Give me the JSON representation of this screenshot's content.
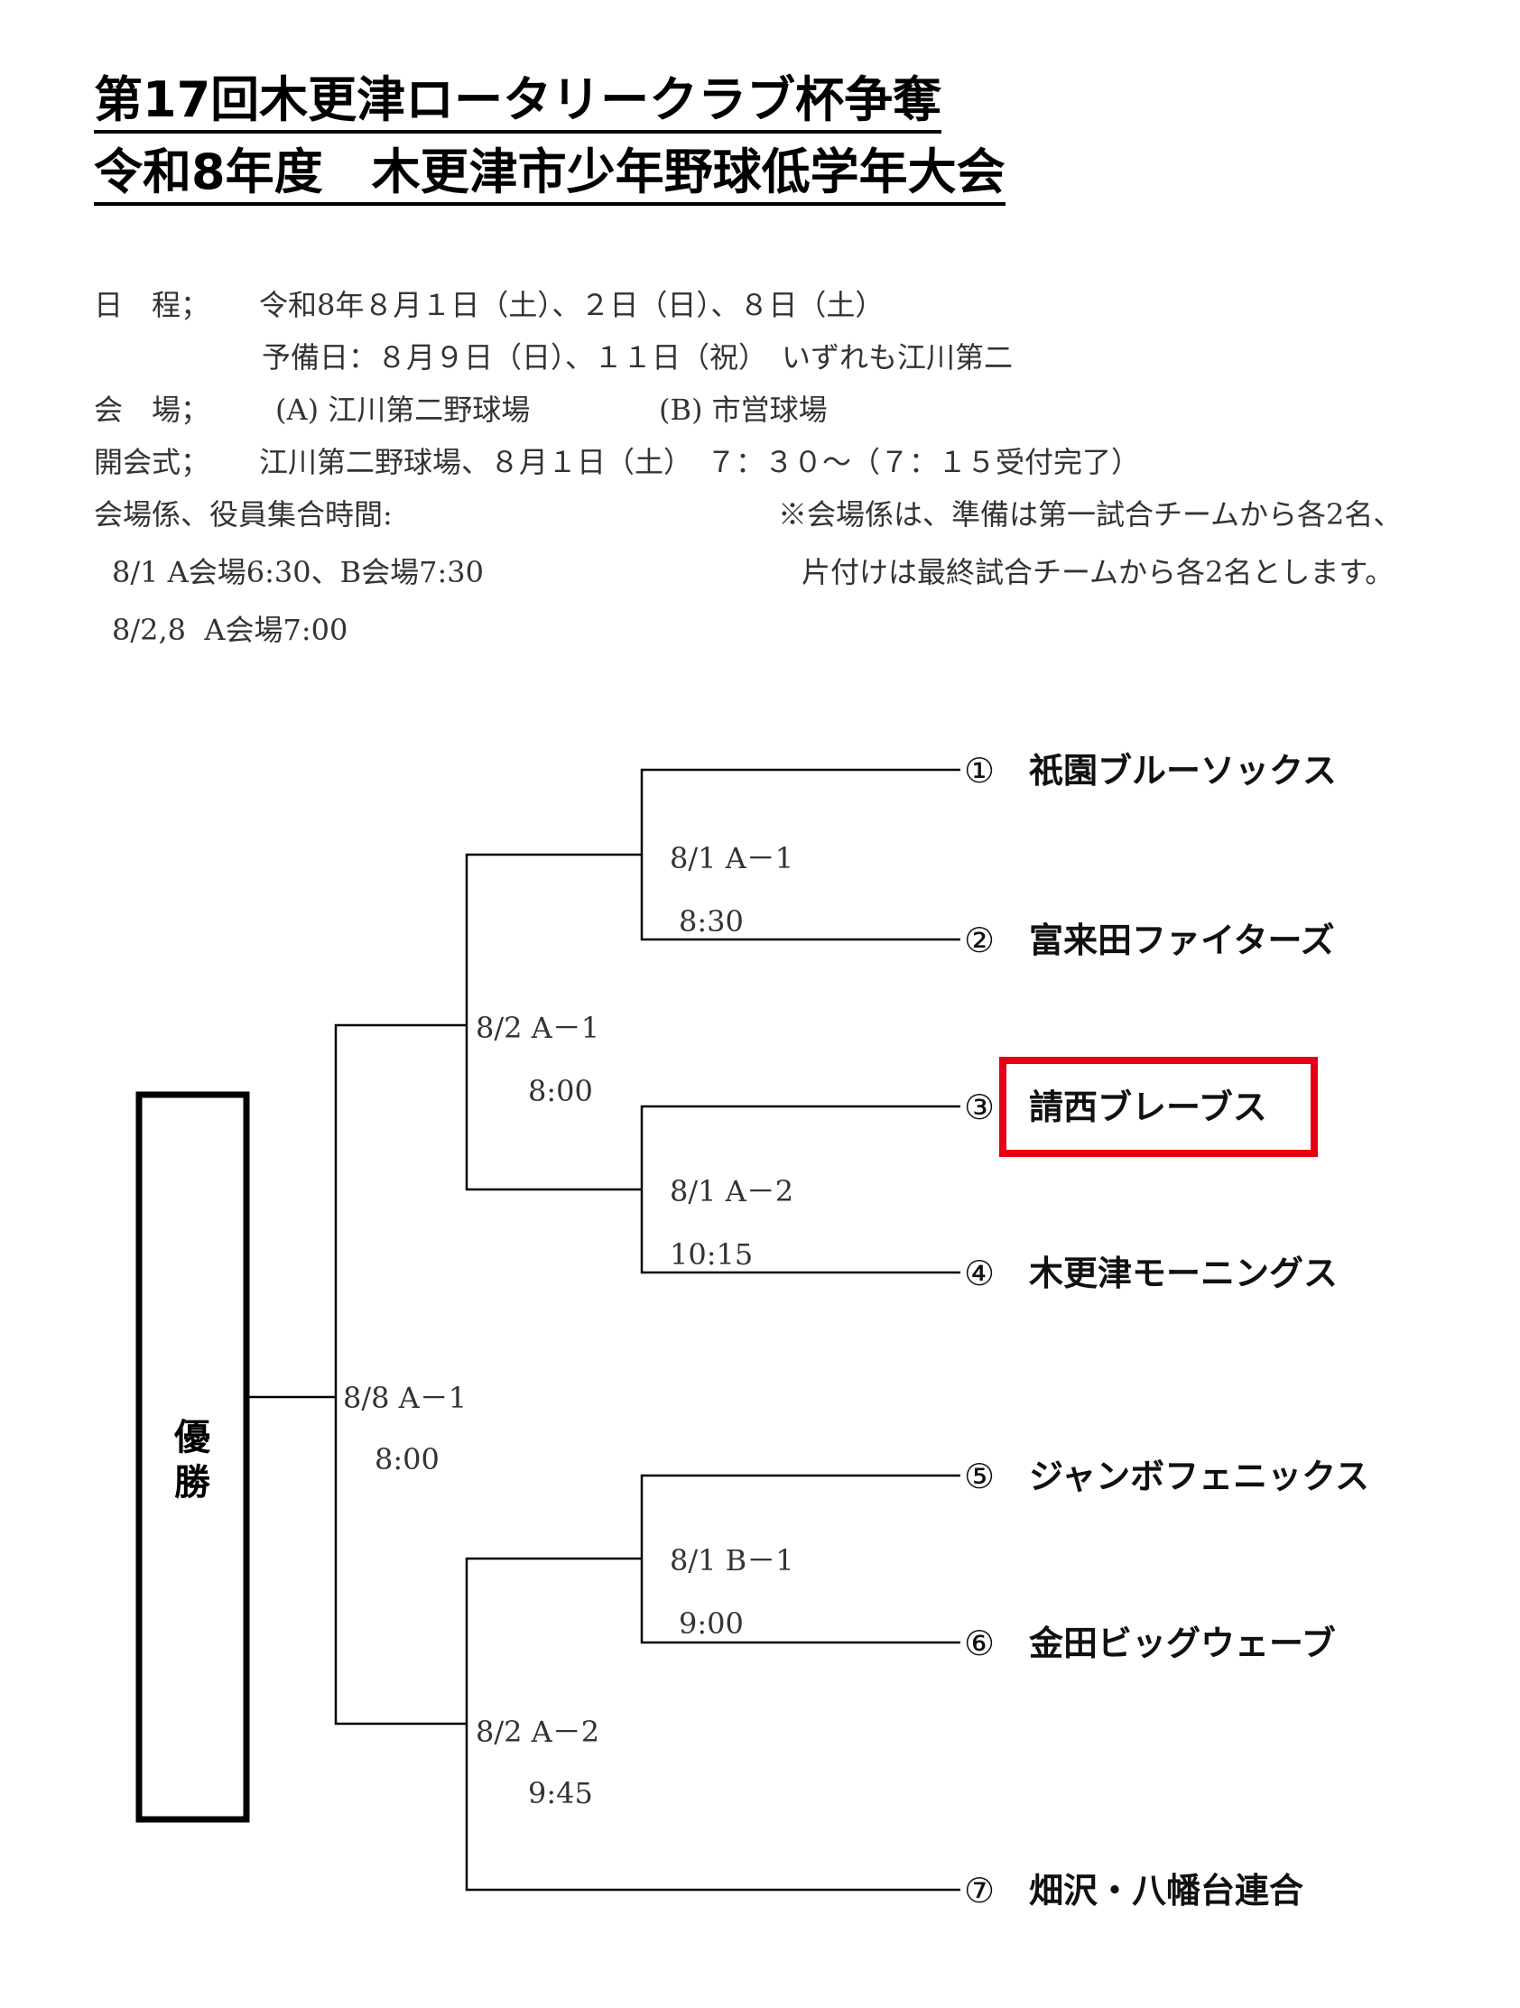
{
  "header": {
    "title_line1": "第17回木更津ロータリークラブ杯争奪",
    "title_line2": "令和8年度　木更津市少年野球低学年大会"
  },
  "info": {
    "schedule_label": "日　程；",
    "schedule_value": "令和8年８月１日（土）、２日（日）、８日（土）",
    "reserve_value": "予備日：８月９日（日）、１１日（祝）　いずれも江川第二",
    "venue_label": "会　場；",
    "venue_a": "(A) 江川第二野球場",
    "venue_b": "(B) 市営球場",
    "ceremony_label": "開会式；",
    "ceremony_value": "江川第二野球場、８月１日（土）　７：３０～（７：１５受付完了）",
    "staff_label": "会場係、役員集合時間:",
    "staff_line1": "8/1 A会場6:30、B会場7:30",
    "staff_line2": "8/2,8  A会場7:00",
    "note_line1": "※会場係は、準備は第一試合チームから各2名、",
    "note_line2": "片付けは最終試合チームから各2名とします。"
  },
  "bracket": {
    "winner_label": [
      "優",
      "勝"
    ],
    "teams": [
      {
        "seed": "①",
        "name": "祇園ブルーソックス",
        "highlighted": false
      },
      {
        "seed": "②",
        "name": "富来田ファイターズ",
        "highlighted": false
      },
      {
        "seed": "③",
        "name": "請西ブレーブス",
        "highlighted": true
      },
      {
        "seed": "④",
        "name": "木更津モーニングス",
        "highlighted": false
      },
      {
        "seed": "⑤",
        "name": "ジャンボフェニックス",
        "highlighted": false
      },
      {
        "seed": "⑥",
        "name": "金田ビッグウェーブ",
        "highlighted": false
      },
      {
        "seed": "⑦",
        "name": "畑沢・八幡台連合",
        "highlighted": false
      }
    ],
    "matches": [
      {
        "id": "r1m1",
        "date": "8/1  A－1",
        "time": "8:30"
      },
      {
        "id": "r1m2",
        "date": "8/1 A－2",
        "time": "10:15"
      },
      {
        "id": "r1m3",
        "date": "8/1 B－1",
        "time": "9:00"
      },
      {
        "id": "sf1",
        "date": "8/2  A－1",
        "time": "8:00"
      },
      {
        "id": "sf2",
        "date": "8/2  A－2",
        "time": "9:45"
      },
      {
        "id": "final",
        "date": "8/8  A－1",
        "time": "8:00"
      }
    ],
    "highlight_color": "#e60012"
  }
}
